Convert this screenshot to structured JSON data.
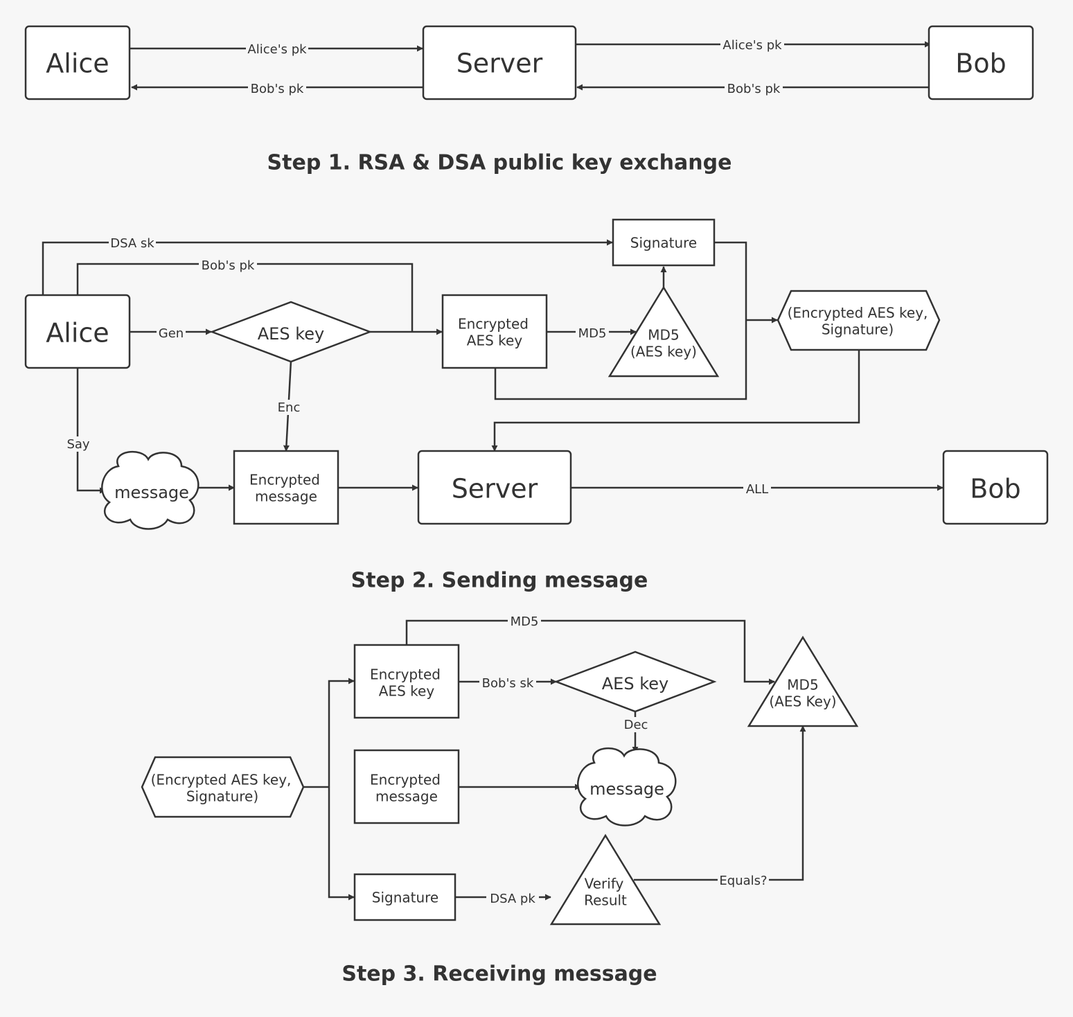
{
  "step1": {
    "title": "Step 1. RSA & DSA public key exchange",
    "alice": "Alice",
    "server": "Server",
    "bob": "Bob",
    "edge_alice_to_server": "Alice's pk",
    "edge_server_to_alice": "Bob's pk",
    "edge_server_to_bob": "Alice's pk",
    "edge_bob_to_server": "Bob's pk"
  },
  "step2": {
    "title": "Step 2. Sending message",
    "alice": "Alice",
    "aes_key": "AES key",
    "encrypted_aes_key": [
      "Encrypted",
      "AES key"
    ],
    "md5_triangle": [
      "MD5",
      "(AES key)"
    ],
    "signature": "Signature",
    "bundle": [
      "(Encrypted AES key,",
      "Signature)"
    ],
    "message": "message",
    "encrypted_message": [
      "Encrypted",
      "message"
    ],
    "server": "Server",
    "bob": "Bob",
    "edge_dsa_sk": "DSA sk",
    "edge_bobs_pk": "Bob's pk",
    "edge_gen": "Gen",
    "edge_md5": "MD5",
    "edge_enc": "Enc",
    "edge_say": "Say",
    "edge_all": "ALL"
  },
  "step3": {
    "title": "Step 3. Receiving message",
    "bundle": [
      "(Encrypted AES key,",
      "Signature)"
    ],
    "encrypted_aes_key": [
      "Encrypted",
      "AES key"
    ],
    "encrypted_message": [
      "Encrypted",
      "message"
    ],
    "signature": "Signature",
    "aes_key": "AES key",
    "message": "message",
    "verify_result": [
      "Verify",
      "Result"
    ],
    "md5_triangle": [
      "MD5",
      "(AES Key)"
    ],
    "edge_md5": "MD5",
    "edge_bobs_sk": "Bob's sk",
    "edge_dec": "Dec",
    "edge_dsa_pk": "DSA pk",
    "edge_equals": "Equals?"
  }
}
